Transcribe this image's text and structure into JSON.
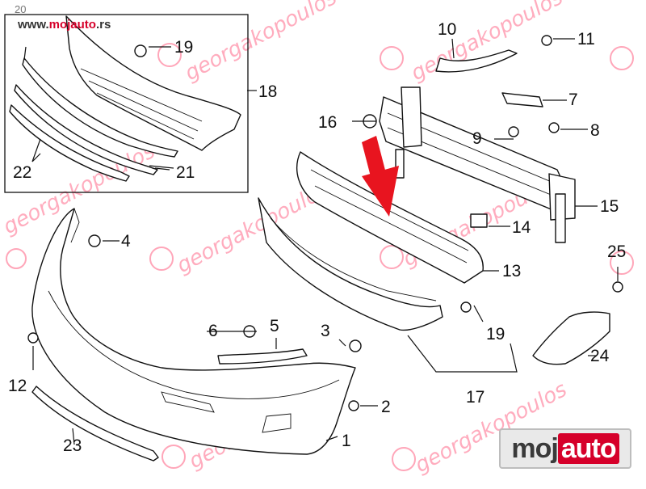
{
  "site_url_prefix": "www.",
  "site_url_brand": "mojauto",
  "site_url_suffix": ".rs",
  "corner_mark": "20",
  "logo_left": "moj",
  "logo_right": "auto",
  "watermark_text": "georgakopoulos",
  "callouts": [
    {
      "id": "c1",
      "label": "1"
    },
    {
      "id": "c2",
      "label": "2"
    },
    {
      "id": "c3",
      "label": "3"
    },
    {
      "id": "c4",
      "label": "4"
    },
    {
      "id": "c5",
      "label": "5"
    },
    {
      "id": "c6",
      "label": "6"
    },
    {
      "id": "c7",
      "label": "7"
    },
    {
      "id": "c8",
      "label": "8"
    },
    {
      "id": "c9",
      "label": "9"
    },
    {
      "id": "c10",
      "label": "10"
    },
    {
      "id": "c11",
      "label": "11"
    },
    {
      "id": "c12",
      "label": "12"
    },
    {
      "id": "c13",
      "label": "13"
    },
    {
      "id": "c14",
      "label": "14"
    },
    {
      "id": "c15",
      "label": "15"
    },
    {
      "id": "c16",
      "label": "16"
    },
    {
      "id": "c17",
      "label": "17"
    },
    {
      "id": "c18",
      "label": "18"
    },
    {
      "id": "c19a",
      "label": "19"
    },
    {
      "id": "c19b",
      "label": "19"
    },
    {
      "id": "c21",
      "label": "21"
    },
    {
      "id": "c22",
      "label": "22"
    },
    {
      "id": "c23",
      "label": "23"
    },
    {
      "id": "c24",
      "label": "24"
    },
    {
      "id": "c25",
      "label": "25"
    }
  ],
  "highlight_color": "#e8141f",
  "watermark_color": "#ff6a8a"
}
